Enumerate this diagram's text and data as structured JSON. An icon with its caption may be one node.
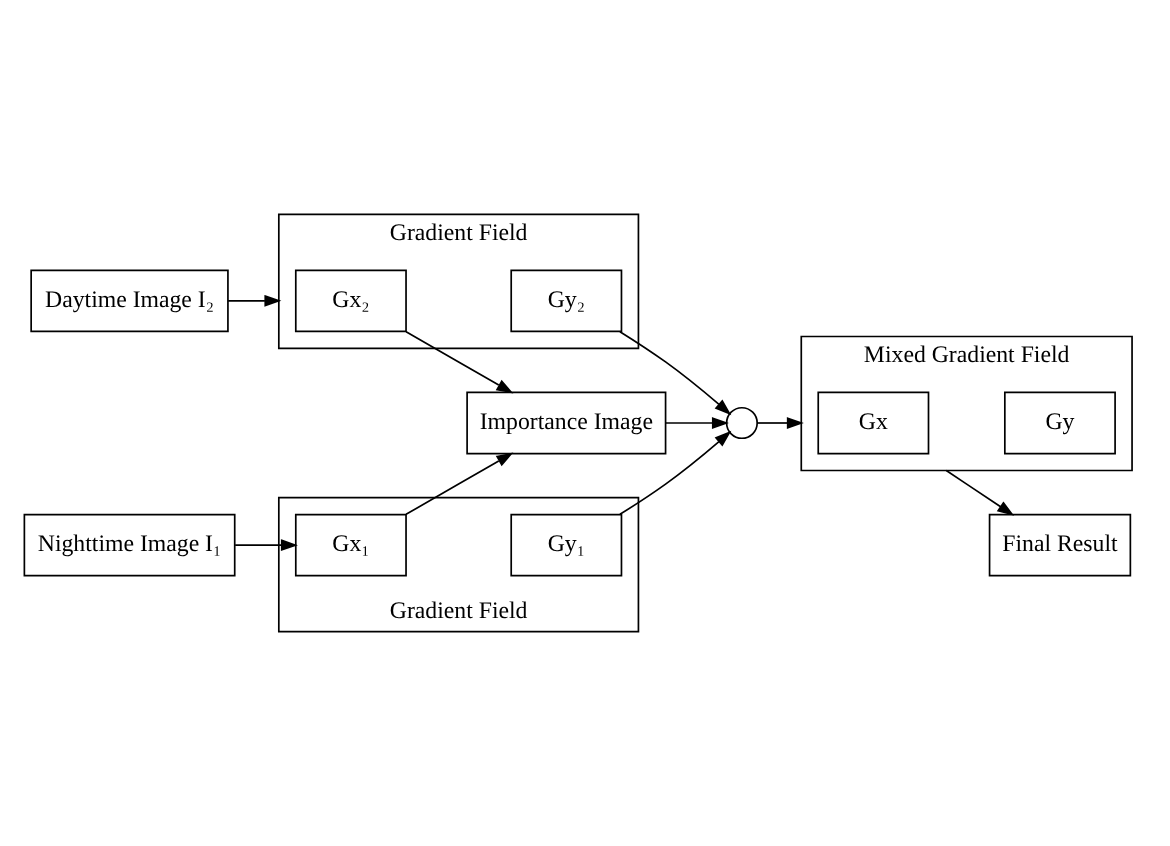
{
  "diagram": {
    "nodes": [
      {
        "text": [
          "Gradient Field"
        ]
      },
      {
        "text": [
          "Gx₁"
        ],
        "in": 0
      },
      {
        "text": [
          "Gy₁"
        ],
        "in": 0
      },
      {
        "text": [
          "Nighttime Image I₁"
        ]
      },
      {
        "text": [
          "Importance Image"
        ]
      },
      {
        "text": [],
        "shape": "circle"
      },
      {
        "text": [
          "Mixed Gradient Field"
        ]
      },
      {
        "text": [
          "Gx"
        ],
        "in": 6
      },
      {
        "text": [
          "Gy"
        ],
        "in": 6
      },
      {
        "text": [
          "Final Result"
        ]
      },
      {
        "text": [
          "Daytime Image I₂"
        ]
      },
      {
        "text": [
          "Gradient Field"
        ]
      },
      {
        "text": [
          "Gx₂"
        ],
        "in": 11
      },
      {
        "text": [
          "Gy₂"
        ],
        "in": 11
      }
    ],
    "edges": [
      {
        "from": 3,
        "to": 1,
        "arrow": "to"
      },
      {
        "from": 1,
        "to": 4,
        "arrow": "to"
      },
      {
        "from": 2,
        "to": 5,
        "arrow": "to"
      },
      {
        "from": 4,
        "to": 5,
        "arrow": "to"
      },
      {
        "from": 5,
        "to": 6,
        "arrow": "to"
      },
      {
        "from": 6,
        "to": 9,
        "arrow": "to"
      },
      {
        "from": 10,
        "to": 11,
        "arrow": "to"
      },
      {
        "from": 12,
        "to": 4,
        "arrow": "to"
      },
      {
        "from": 13,
        "to": 5,
        "arrow": "to"
      }
    ]
  }
}
